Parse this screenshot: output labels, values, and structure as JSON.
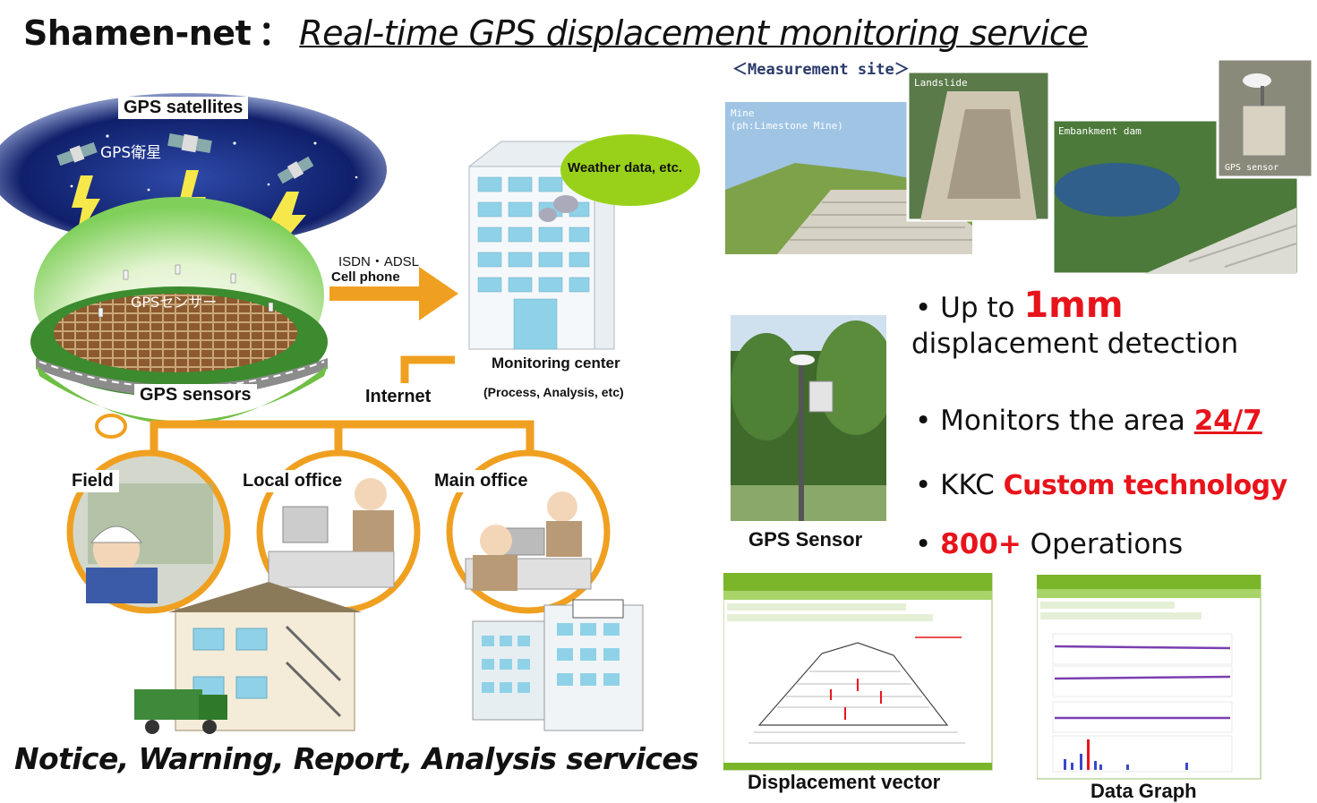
{
  "title": {
    "main": "Shamen-net",
    "colon": "：",
    "subtitle": "Real-time GPS displacement monitoring service"
  },
  "diagram": {
    "gps_satellites_label": "GPS satellites",
    "gps_satellites_jp": "GPS衛星",
    "gps_sensor_jp": "GPSセンサー",
    "gps_sensors_label": "GPS sensors",
    "connection_line1": "ISDN・ADSL",
    "connection_line2": "Cell phone",
    "weather_label": "Weather data, etc.",
    "monitoring_center": "Monitoring center",
    "monitoring_center_sub": "(Process, Analysis, etc)",
    "internet_label": "Internet",
    "field_label": "Field",
    "local_office_label": "Local office",
    "main_office_label": "Main office",
    "services_caption": "Notice, Warning, Report, Analysis services"
  },
  "measurement": {
    "label": "＜Measurement site＞",
    "photo_mine_line1": "Mine",
    "photo_mine_line2": "(ph:Limestone Mine)",
    "photo_landslide": "Landslide",
    "photo_dam": "Embankment dam",
    "photo_sensor": "GPS sensor"
  },
  "bullets": {
    "b1_prefix": "Up to ",
    "b1_highlight": "1mm",
    "b1_line2": "displacement detection",
    "b2_prefix": "Monitors the area ",
    "b2_highlight": "24/7",
    "b3_prefix": "KKC ",
    "b3_highlight": "Custom technology",
    "b4_highlight": "800+",
    "b4_suffix": " Operations"
  },
  "captions": {
    "gps_sensor": "GPS Sensor",
    "displacement_vector": "Displacement vector",
    "data_graph": "Data Graph"
  },
  "colors": {
    "accent_orange": "#f0a020",
    "highlight_red": "#e8141b",
    "weather_green": "#99d11a",
    "screen_header_green": "#7ab52a"
  }
}
